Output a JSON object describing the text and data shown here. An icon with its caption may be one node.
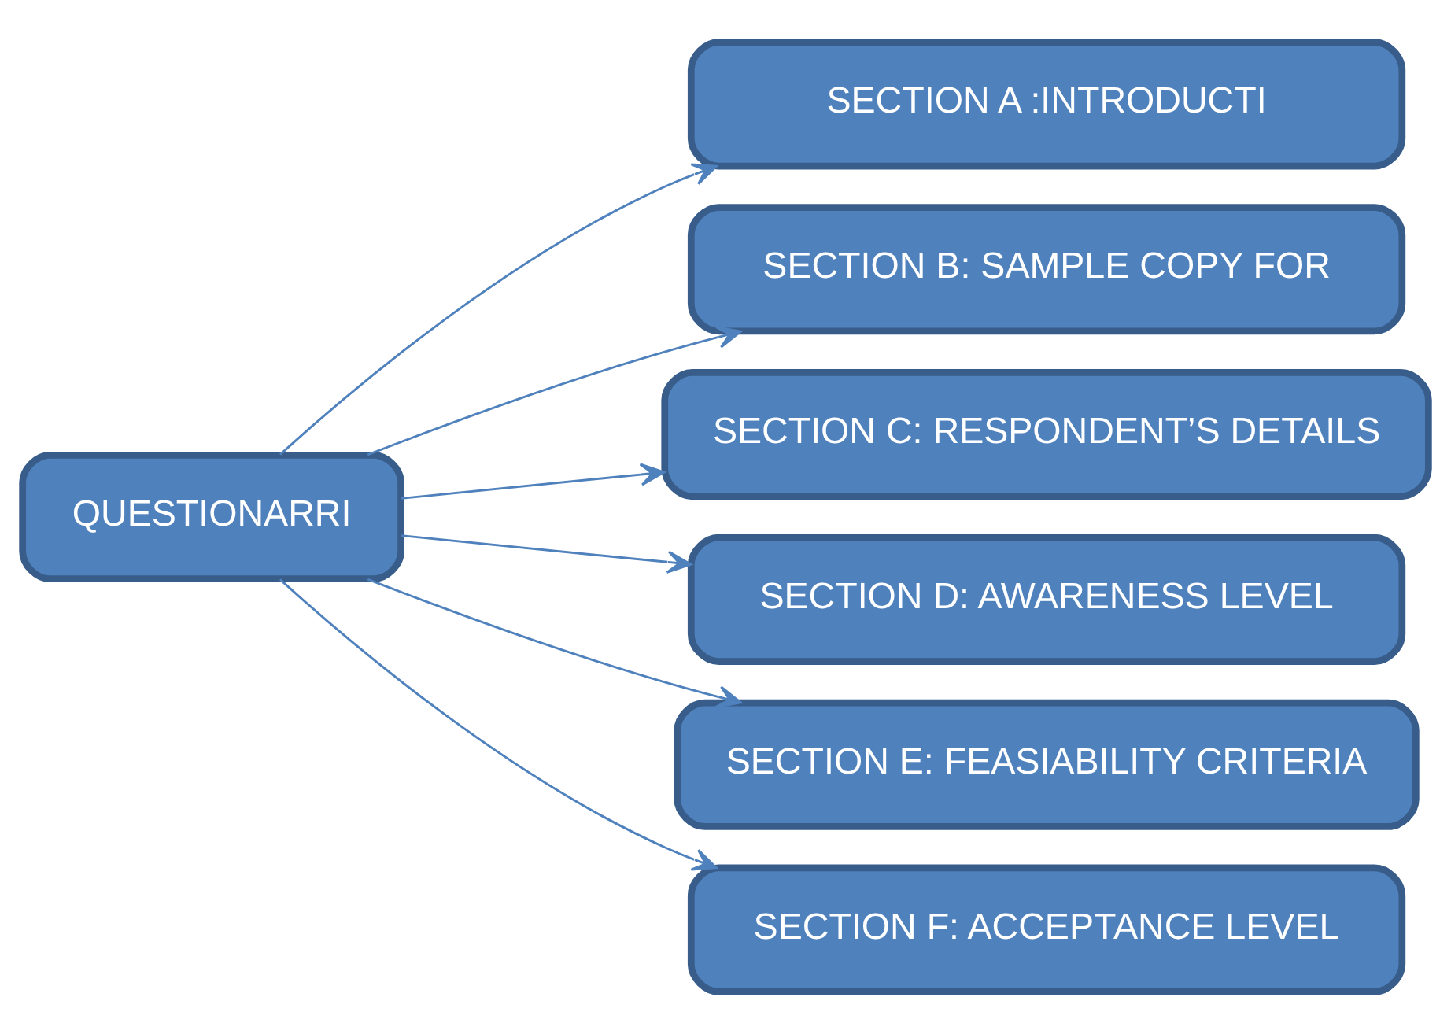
{
  "diagram": {
    "nodes": [
      {
        "text": [
          "QUESTIONARRI"
        ]
      },
      {
        "text": [
          "SECTION A :INTRODUCTI"
        ]
      },
      {
        "text": [
          "SECTION B: SAMPLE COPY FOR"
        ]
      },
      {
        "text": [
          "SECTION C: RESPONDENT’S DETAILS"
        ]
      },
      {
        "text": [
          "SECTION D: AWARENESS LEVEL"
        ]
      },
      {
        "text": [
          "SECTION E: FEASIABILITY CRITERIA"
        ]
      },
      {
        "text": [
          "SECTION F: ACCEPTANCE LEVEL"
        ]
      }
    ],
    "edges": [
      {
        "from": 0,
        "to": 1,
        "arrow": "to"
      },
      {
        "from": 0,
        "to": 2,
        "arrow": "to"
      },
      {
        "from": 0,
        "to": 3,
        "arrow": "to"
      },
      {
        "from": 0,
        "to": 4,
        "arrow": "to"
      },
      {
        "from": 0,
        "to": 5,
        "arrow": "to"
      },
      {
        "from": 0,
        "to": 6,
        "arrow": "to"
      }
    ]
  }
}
